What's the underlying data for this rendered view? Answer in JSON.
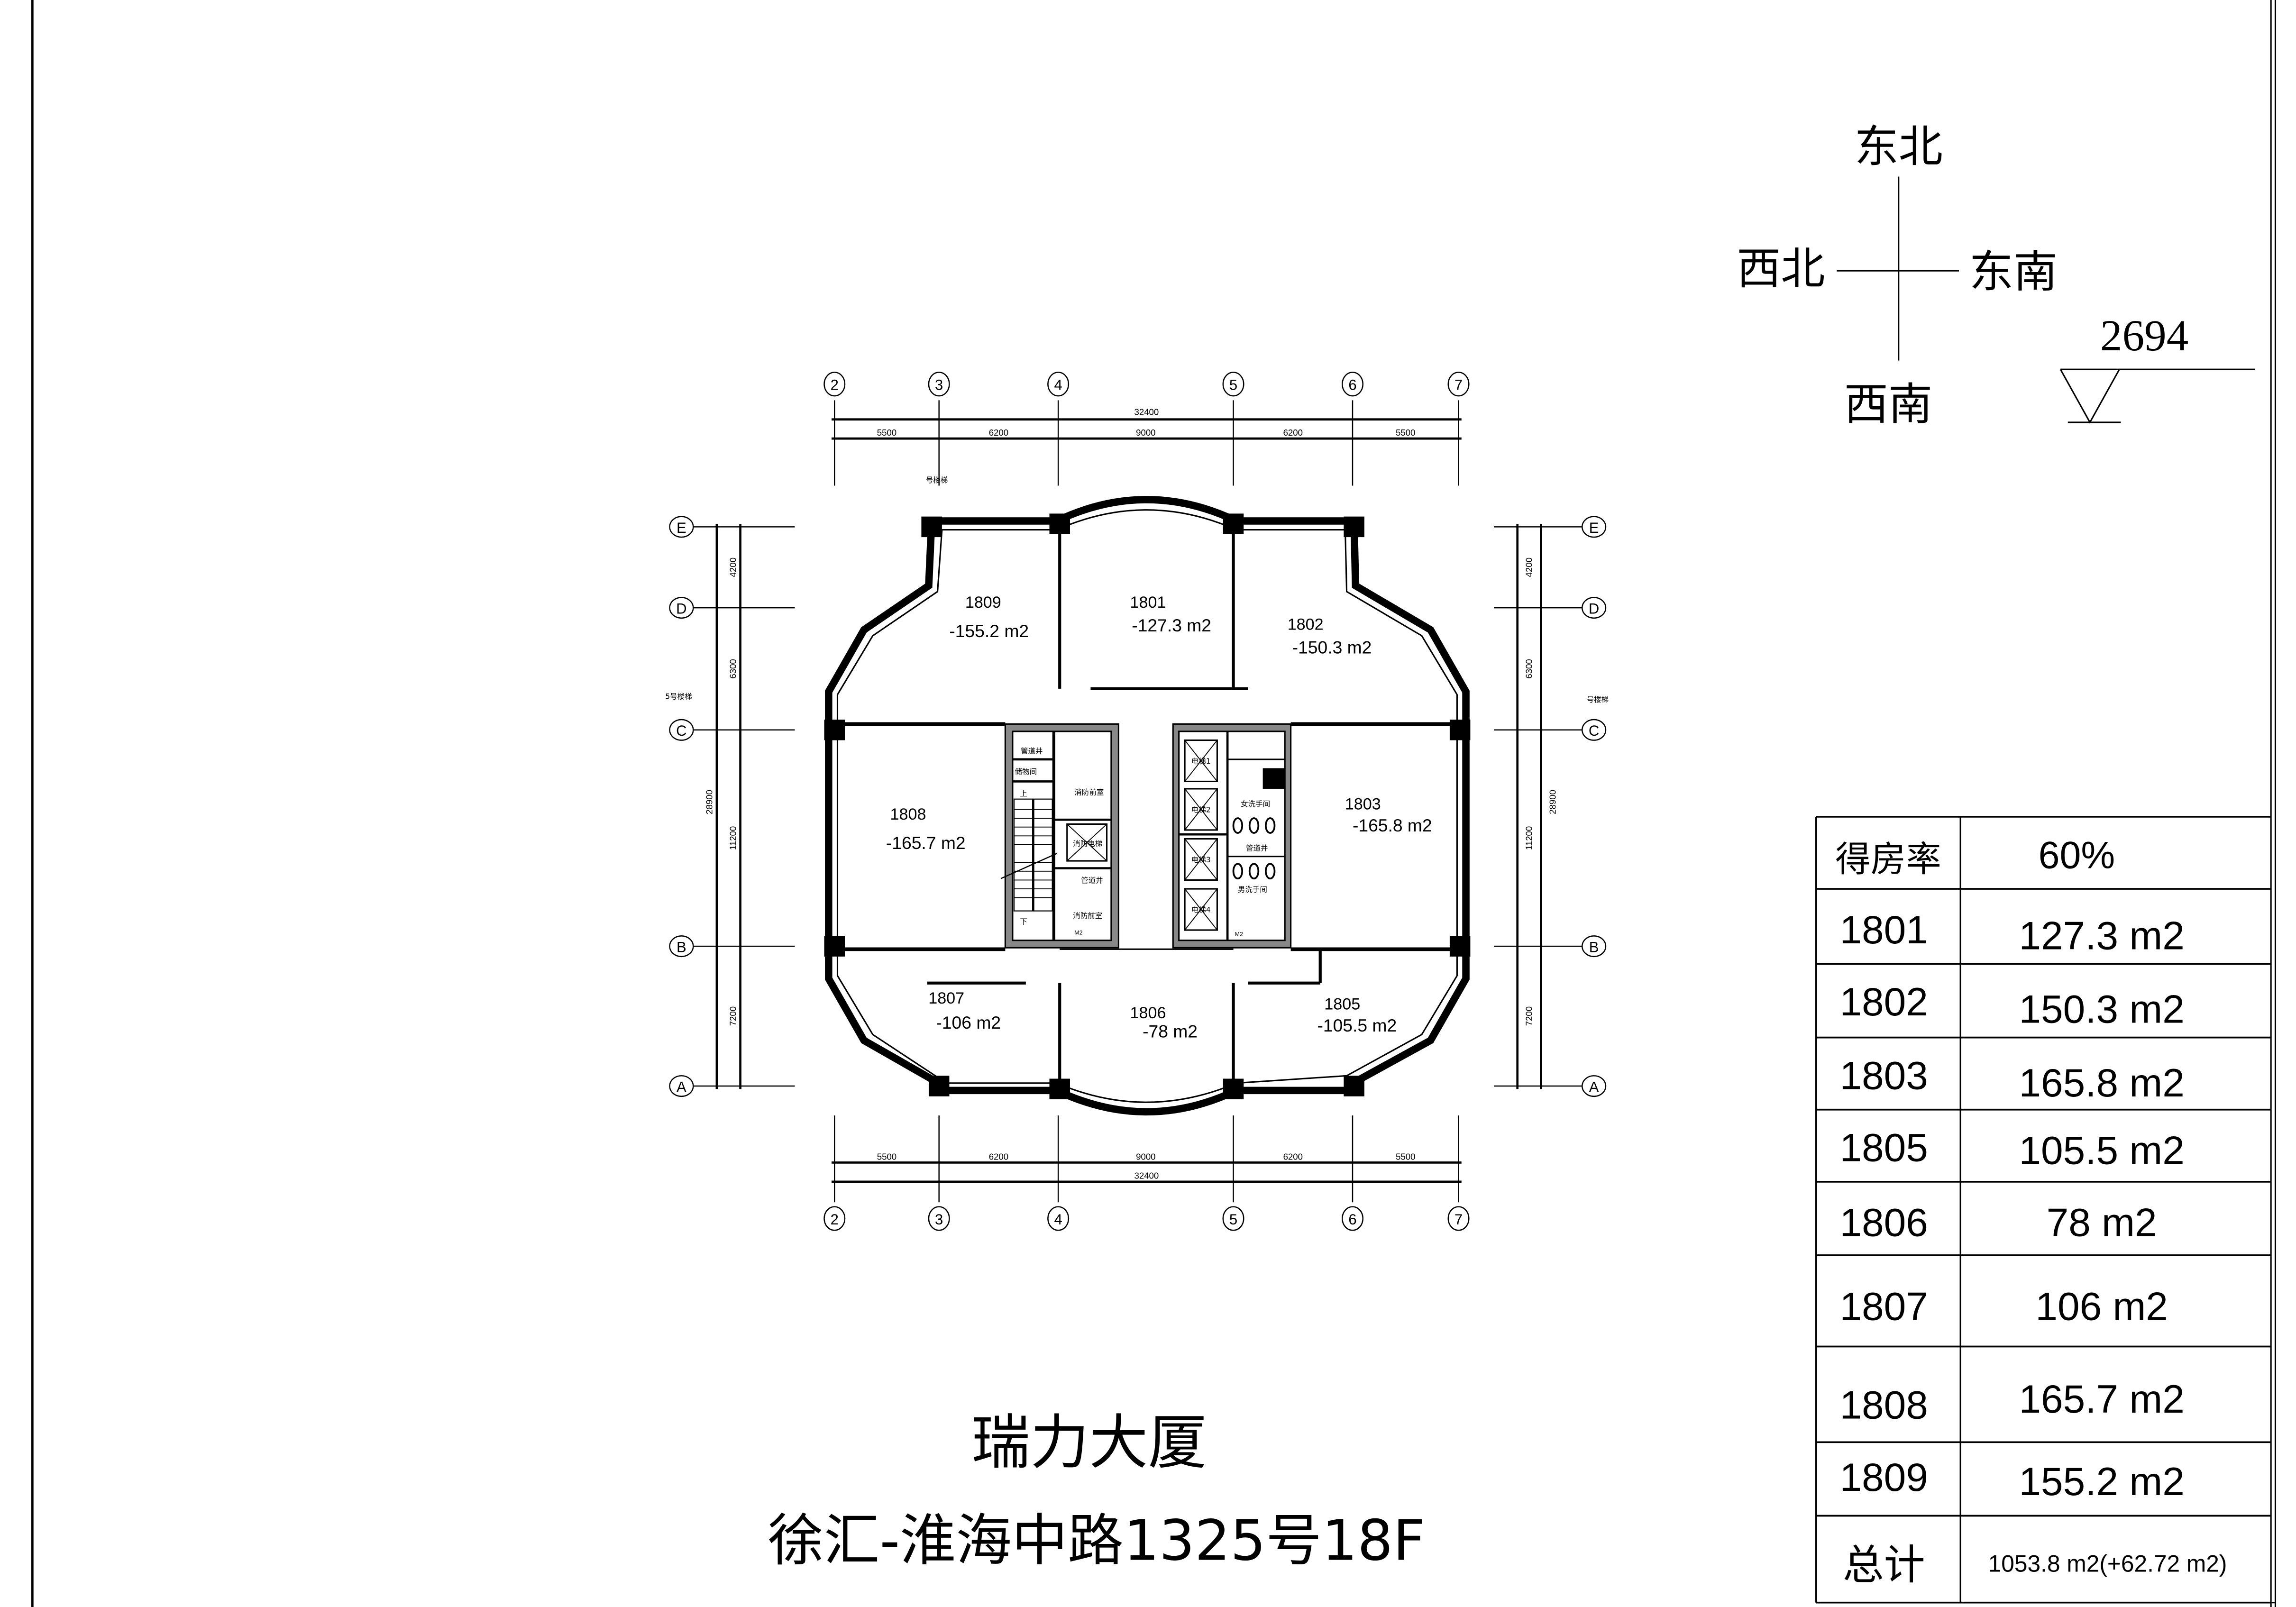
{
  "compass": {
    "north": "东北",
    "west": "西北",
    "east": "东南",
    "south": "西南"
  },
  "elevation": "2694",
  "title": {
    "building": "瑞力大厦",
    "address": "徐汇-淮海中路1325号18F"
  },
  "grid": {
    "columns": [
      "2",
      "3",
      "4",
      "5",
      "6",
      "7"
    ],
    "rows": [
      "E",
      "D",
      "C",
      "B",
      "A"
    ],
    "col_spans": [
      "5500",
      "6200",
      "9000",
      "6200",
      "5500"
    ],
    "col_total": "32400",
    "row_spans": [
      "4200",
      "6300",
      "11200",
      "7200"
    ],
    "row_total": "28900"
  },
  "notes": {
    "left_stair": "5号楼梯",
    "right_stair": "号楼梯",
    "top_stair": "号楼梯"
  },
  "rooms": [
    {
      "id": "1809",
      "area": "-155.2 m2"
    },
    {
      "id": "1801",
      "area": "-127.3 m2"
    },
    {
      "id": "1802",
      "area": "-150.3 m2"
    },
    {
      "id": "1808",
      "area": "-165.7 m2"
    },
    {
      "id": "1803",
      "area": "-165.8 m2"
    },
    {
      "id": "1807",
      "area": "-106 m2"
    },
    {
      "id": "1806",
      "area": "-78 m2"
    },
    {
      "id": "1805",
      "area": "-105.5 m2"
    }
  ],
  "core": {
    "pipe_shaft": "管道井",
    "storage": "储物间",
    "fire_lobby": "消防前室",
    "fire_elevator": "消防电梯",
    "elevators": [
      "电梯1",
      "电梯2",
      "电梯3",
      "电梯4"
    ],
    "womens_wc": "女洗手间",
    "mens_wc": "男洗手间",
    "door": "M2",
    "up": "上",
    "down": "下"
  },
  "table": {
    "ratio_label": "得房率",
    "ratio_value": "60%",
    "rows": [
      {
        "unit": "1801",
        "area": "127.3 m2"
      },
      {
        "unit": "1802",
        "area": "150.3 m2"
      },
      {
        "unit": "1803",
        "area": "165.8 m2"
      },
      {
        "unit": "1805",
        "area": "105.5 m2"
      },
      {
        "unit": "1806",
        "area": "78 m2"
      },
      {
        "unit": "1807",
        "area": "106 m2"
      },
      {
        "unit": "1808",
        "area": "165.7 m2"
      },
      {
        "unit": "1809",
        "area": "155.2 m2"
      }
    ],
    "total_label": "总计",
    "total_value": "1053.8 m2(+62.72 m2)"
  }
}
